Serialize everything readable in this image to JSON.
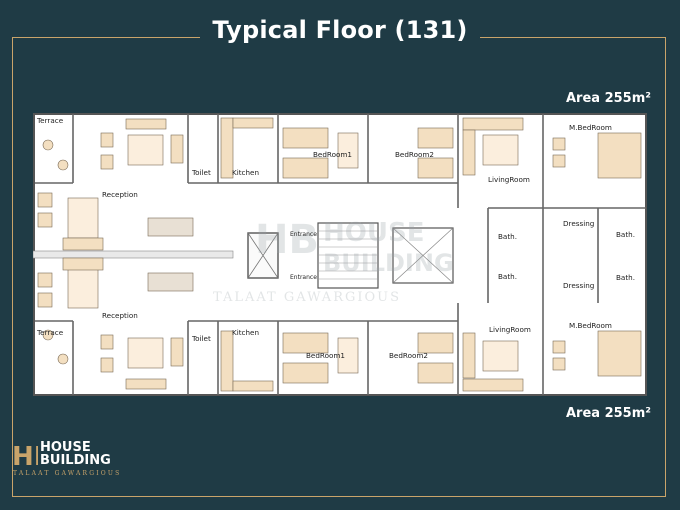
{
  "title": "Typical Floor (131)",
  "area_top": "Area 255m²",
  "area_bottom": "Area 255m²",
  "rooms": {
    "terrace_top": "Terrace",
    "reception_top": "Reception",
    "toilet_top": "Toilet",
    "kitchen_top": "Kitchen",
    "bedroom1_top": "BedRoom1",
    "bedroom2_top": "BedRoom2",
    "living_top": "LivingRoom",
    "mbed_top": "M.BedRoom",
    "entrance_top": "Entrance",
    "bath_a_top": "Bath.",
    "dressing_top": "Dressing",
    "bath_b_top": "Bath.",
    "terrace_bottom": "Terrace",
    "reception_bottom": "Reception",
    "toilet_bottom": "Toilet",
    "kitchen_bottom": "Kitchen",
    "bedroom1_bottom": "BedRoom1",
    "bedroom2_bottom": "BedRoom2",
    "living_bottom": "LivingRoom",
    "mbed_bottom": "M.BedRoom",
    "entrance_bottom": "Entrance",
    "bath_a_bottom": "Bath.",
    "dressing_bottom": "Dressing",
    "bath_b_bottom": "Bath."
  },
  "watermark": {
    "line1": "HOUSE",
    "line2": "BUILDING",
    "line3": "TALAAT GAWARGIOUS"
  },
  "logo": {
    "mark": "HB",
    "line1": "HOUSE",
    "line2": "BUILDING",
    "sub": "TALAAT GAWARGIOUS"
  },
  "colors": {
    "background": "#1f3b45",
    "accent": "#c9a46a",
    "furniture": "#f3dfc1",
    "wall": "#555555"
  }
}
